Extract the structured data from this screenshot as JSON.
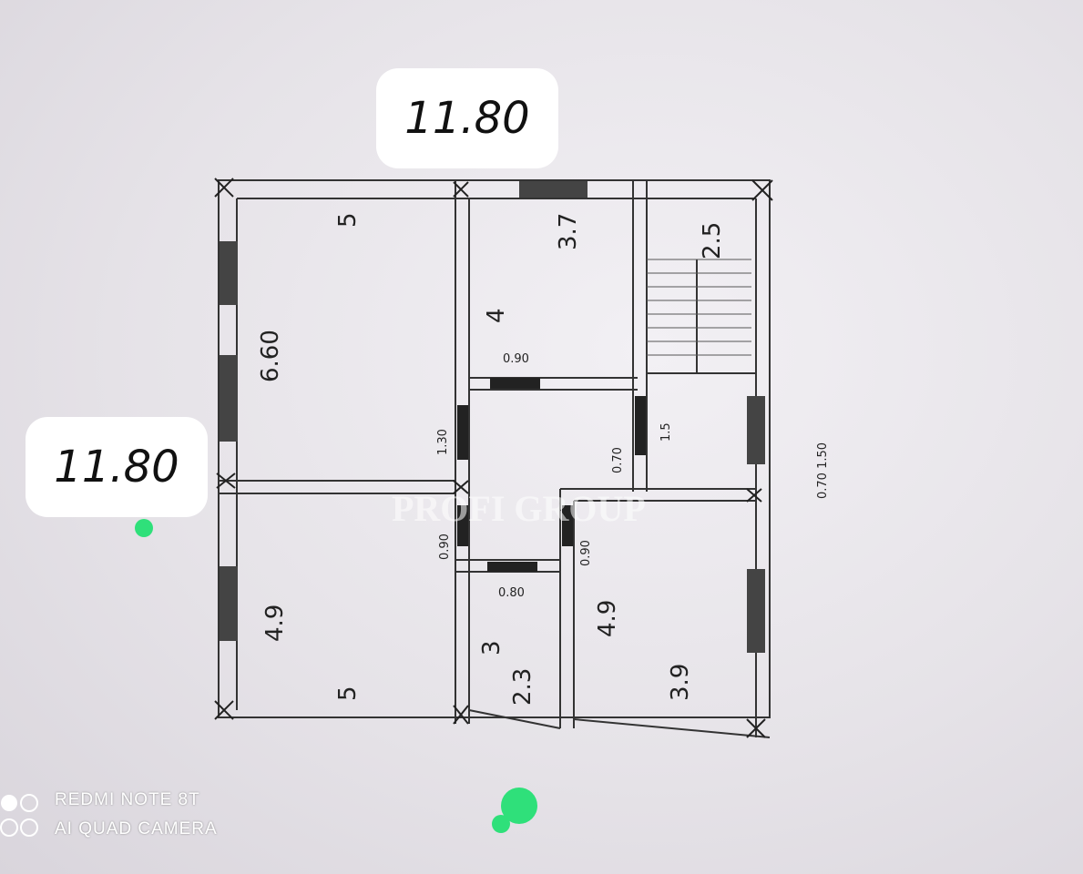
{
  "dimensions": {
    "top_width": "11.80",
    "left_height": "11.80"
  },
  "rooms": {
    "top_left": {
      "width": "5",
      "length": "6.60"
    },
    "top_middle": {
      "width": "3.7",
      "length": "4"
    },
    "stairs": {
      "width": "2.5"
    },
    "hall_door": "0.90",
    "left_door_top": "1.30",
    "right_small": "1.5",
    "door_mid": "0.70",
    "right_side": "0.70 1.50",
    "door_lower_left": "0.90",
    "door_lower_mid": "0.90",
    "bath_door": "0.80",
    "bottom_left": {
      "length": "4.9",
      "width": "5"
    },
    "bottom_mid": {
      "length": "3",
      "width": "2.3"
    },
    "bottom_right": {
      "length": "4.9",
      "width": "3.9"
    }
  },
  "watermark": {
    "brand": "PROFI GROUP"
  },
  "camera": {
    "model": "REDMI NOTE 8T",
    "tagline": "AI QUAD CAMERA"
  }
}
